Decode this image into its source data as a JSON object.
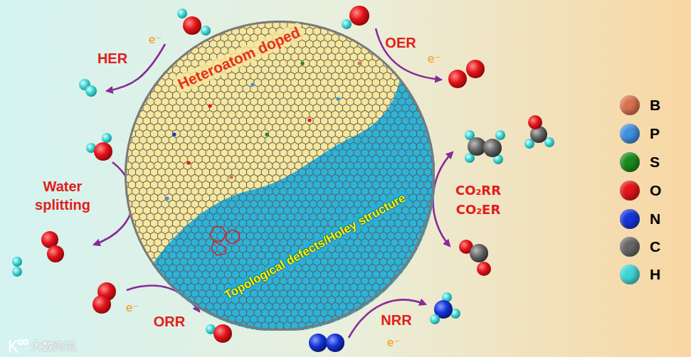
{
  "diagram": {
    "nodes": [
      {
        "text": [
          "Heteroatom doped"
        ]
      },
      {
        "text": [
          "Topological defects/Holey structure"
        ]
      }
    ],
    "labels": [
      "HER",
      "e⁻",
      "OER",
      "e⁻",
      "Water splitting",
      "CO₂RR",
      "CO₂ER",
      "ORR",
      "e⁻",
      "NRR",
      "e⁻",
      "大数跨境"
    ],
    "legend": [
      {
        "text": "B",
        "color": "#d9714f"
      },
      {
        "text": "P",
        "color": "#3f8fdc"
      },
      {
        "text": "S",
        "color": "#1b8a1b"
      },
      {
        "text": "O",
        "color": "#e3141a"
      },
      {
        "text": "N",
        "color": "#1434d8"
      },
      {
        "text": "C",
        "color": "#666666"
      },
      {
        "text": "H",
        "color": "#3fd6d6"
      }
    ]
  }
}
